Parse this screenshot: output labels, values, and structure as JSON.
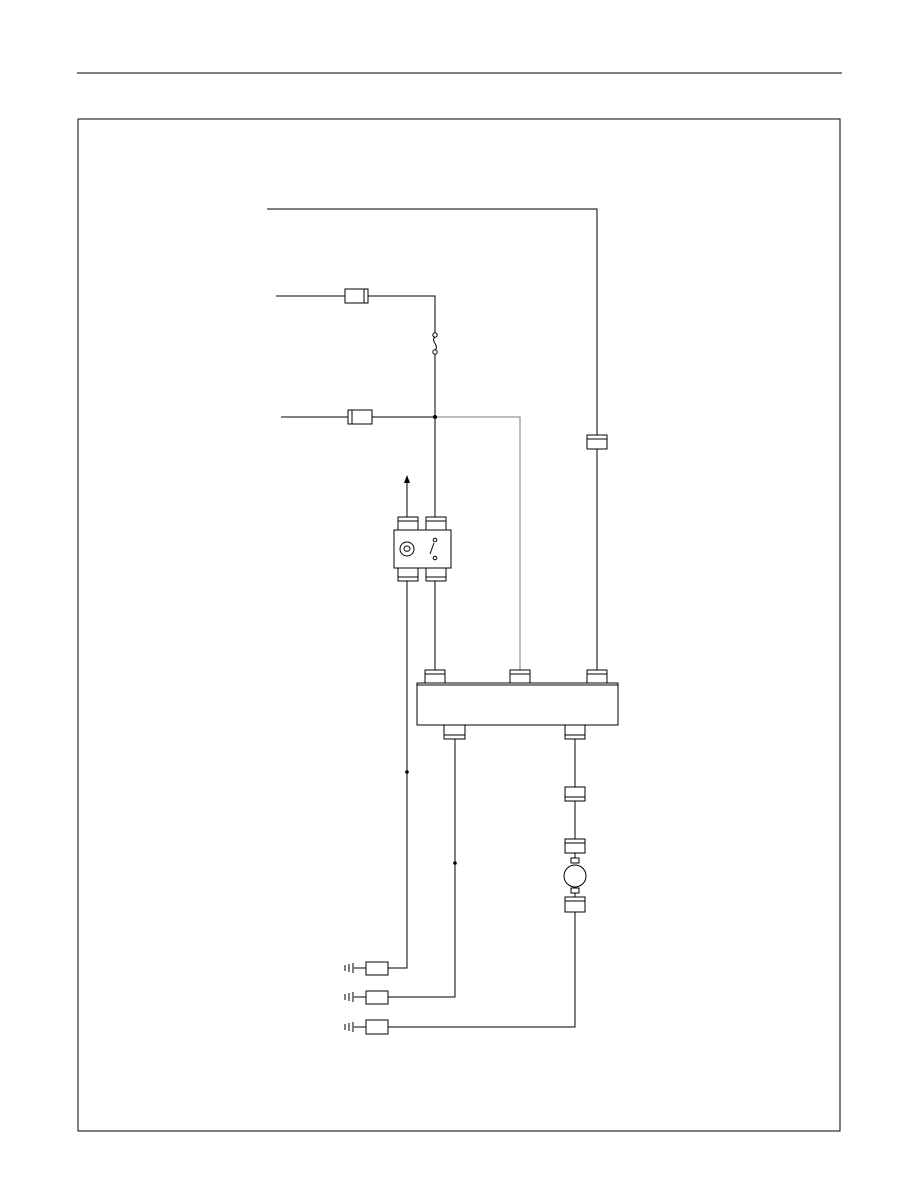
{
  "diagram": {
    "type": "wiring-schematic",
    "labels": {}
  },
  "colors": {
    "wire": "#000000",
    "wire_secondary": "#7a7a7a",
    "background": "#ffffff"
  },
  "components": {
    "inline_connectors": [
      "connector",
      "connector",
      "connector",
      "connector",
      "connector",
      "connector"
    ],
    "fuse": "fuse-icon",
    "switch_assembly": "lamp-and-switch-icon",
    "control_module": "module-box",
    "motor": "motor-icon",
    "grounds": [
      "ground-icon",
      "ground-icon",
      "ground-icon"
    ]
  }
}
